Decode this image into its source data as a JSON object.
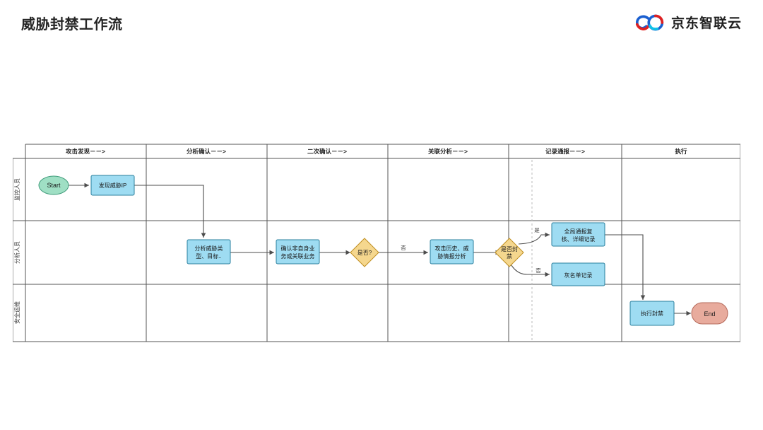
{
  "header": {
    "title": "威胁封禁工作流",
    "brand_name": "京东智联云",
    "brand_icon": "jd-cloud-infinity-logo"
  },
  "colors": {
    "process_fill": "#9edcf2",
    "process_stroke": "#2a7f9e",
    "start_fill": "#9fdfc4",
    "start_stroke": "#3f9b7a",
    "end_fill": "#e8ab9d",
    "end_stroke": "#b5695a",
    "decision_fill": "#f5d78e",
    "decision_stroke": "#c08f22",
    "grid_stroke": "#555555",
    "edge_stroke": "#4d4d4d",
    "title_color": "#262626"
  },
  "diagram": {
    "type": "swimlane-flowchart",
    "columns": [
      {
        "label": "攻击发现－－>"
      },
      {
        "label": "分析确认－－>"
      },
      {
        "label": "二次确认－－>"
      },
      {
        "label": "关联分析－－>"
      },
      {
        "label": "记录通报－－>"
      },
      {
        "label": "执行"
      }
    ],
    "lanes": [
      {
        "label": "监控人员"
      },
      {
        "label": "分析人员"
      },
      {
        "label": "安全运维"
      }
    ],
    "nodes": [
      {
        "id": "start",
        "label": "Start",
        "shape": "ellipse",
        "lane": 0,
        "column": 0
      },
      {
        "id": "found_ip",
        "label": "发现威胁IP",
        "shape": "rect",
        "lane": 0,
        "column": 0
      },
      {
        "id": "analyze",
        "label_line1": "分析威胁类",
        "label_line2": "型、目标..",
        "shape": "rect",
        "lane": 1,
        "column": 1
      },
      {
        "id": "confirm",
        "label_line1": "确认非自身业",
        "label_line2": "务或关联业务",
        "shape": "rect",
        "lane": 1,
        "column": 2
      },
      {
        "id": "is_or_not",
        "label": "是否?",
        "shape": "diamond",
        "lane": 1,
        "column": 2
      },
      {
        "id": "history",
        "label_line1": "攻击历史、威",
        "label_line2": "胁情报分析",
        "shape": "rect",
        "lane": 1,
        "column": 3
      },
      {
        "id": "block_q",
        "label_line1": "是否封",
        "label_line2": "禁",
        "shape": "diamond",
        "lane": 1,
        "column": 4
      },
      {
        "id": "global_rep",
        "label_line1": "全局通报复",
        "label_line2": "核、详细记录",
        "shape": "rect",
        "lane": 1,
        "column": 4
      },
      {
        "id": "greylist",
        "label": "灰名单记录",
        "shape": "rect",
        "lane": 1,
        "column": 4
      },
      {
        "id": "do_block",
        "label": "执行封禁",
        "shape": "rect",
        "lane": 2,
        "column": 5
      },
      {
        "id": "end",
        "label": "End",
        "shape": "stadium",
        "lane": 2,
        "column": 5
      }
    ],
    "edge_labels": {
      "no_after_is_or_not": "否",
      "yes_after_block": "是",
      "no_after_block": "否"
    }
  }
}
